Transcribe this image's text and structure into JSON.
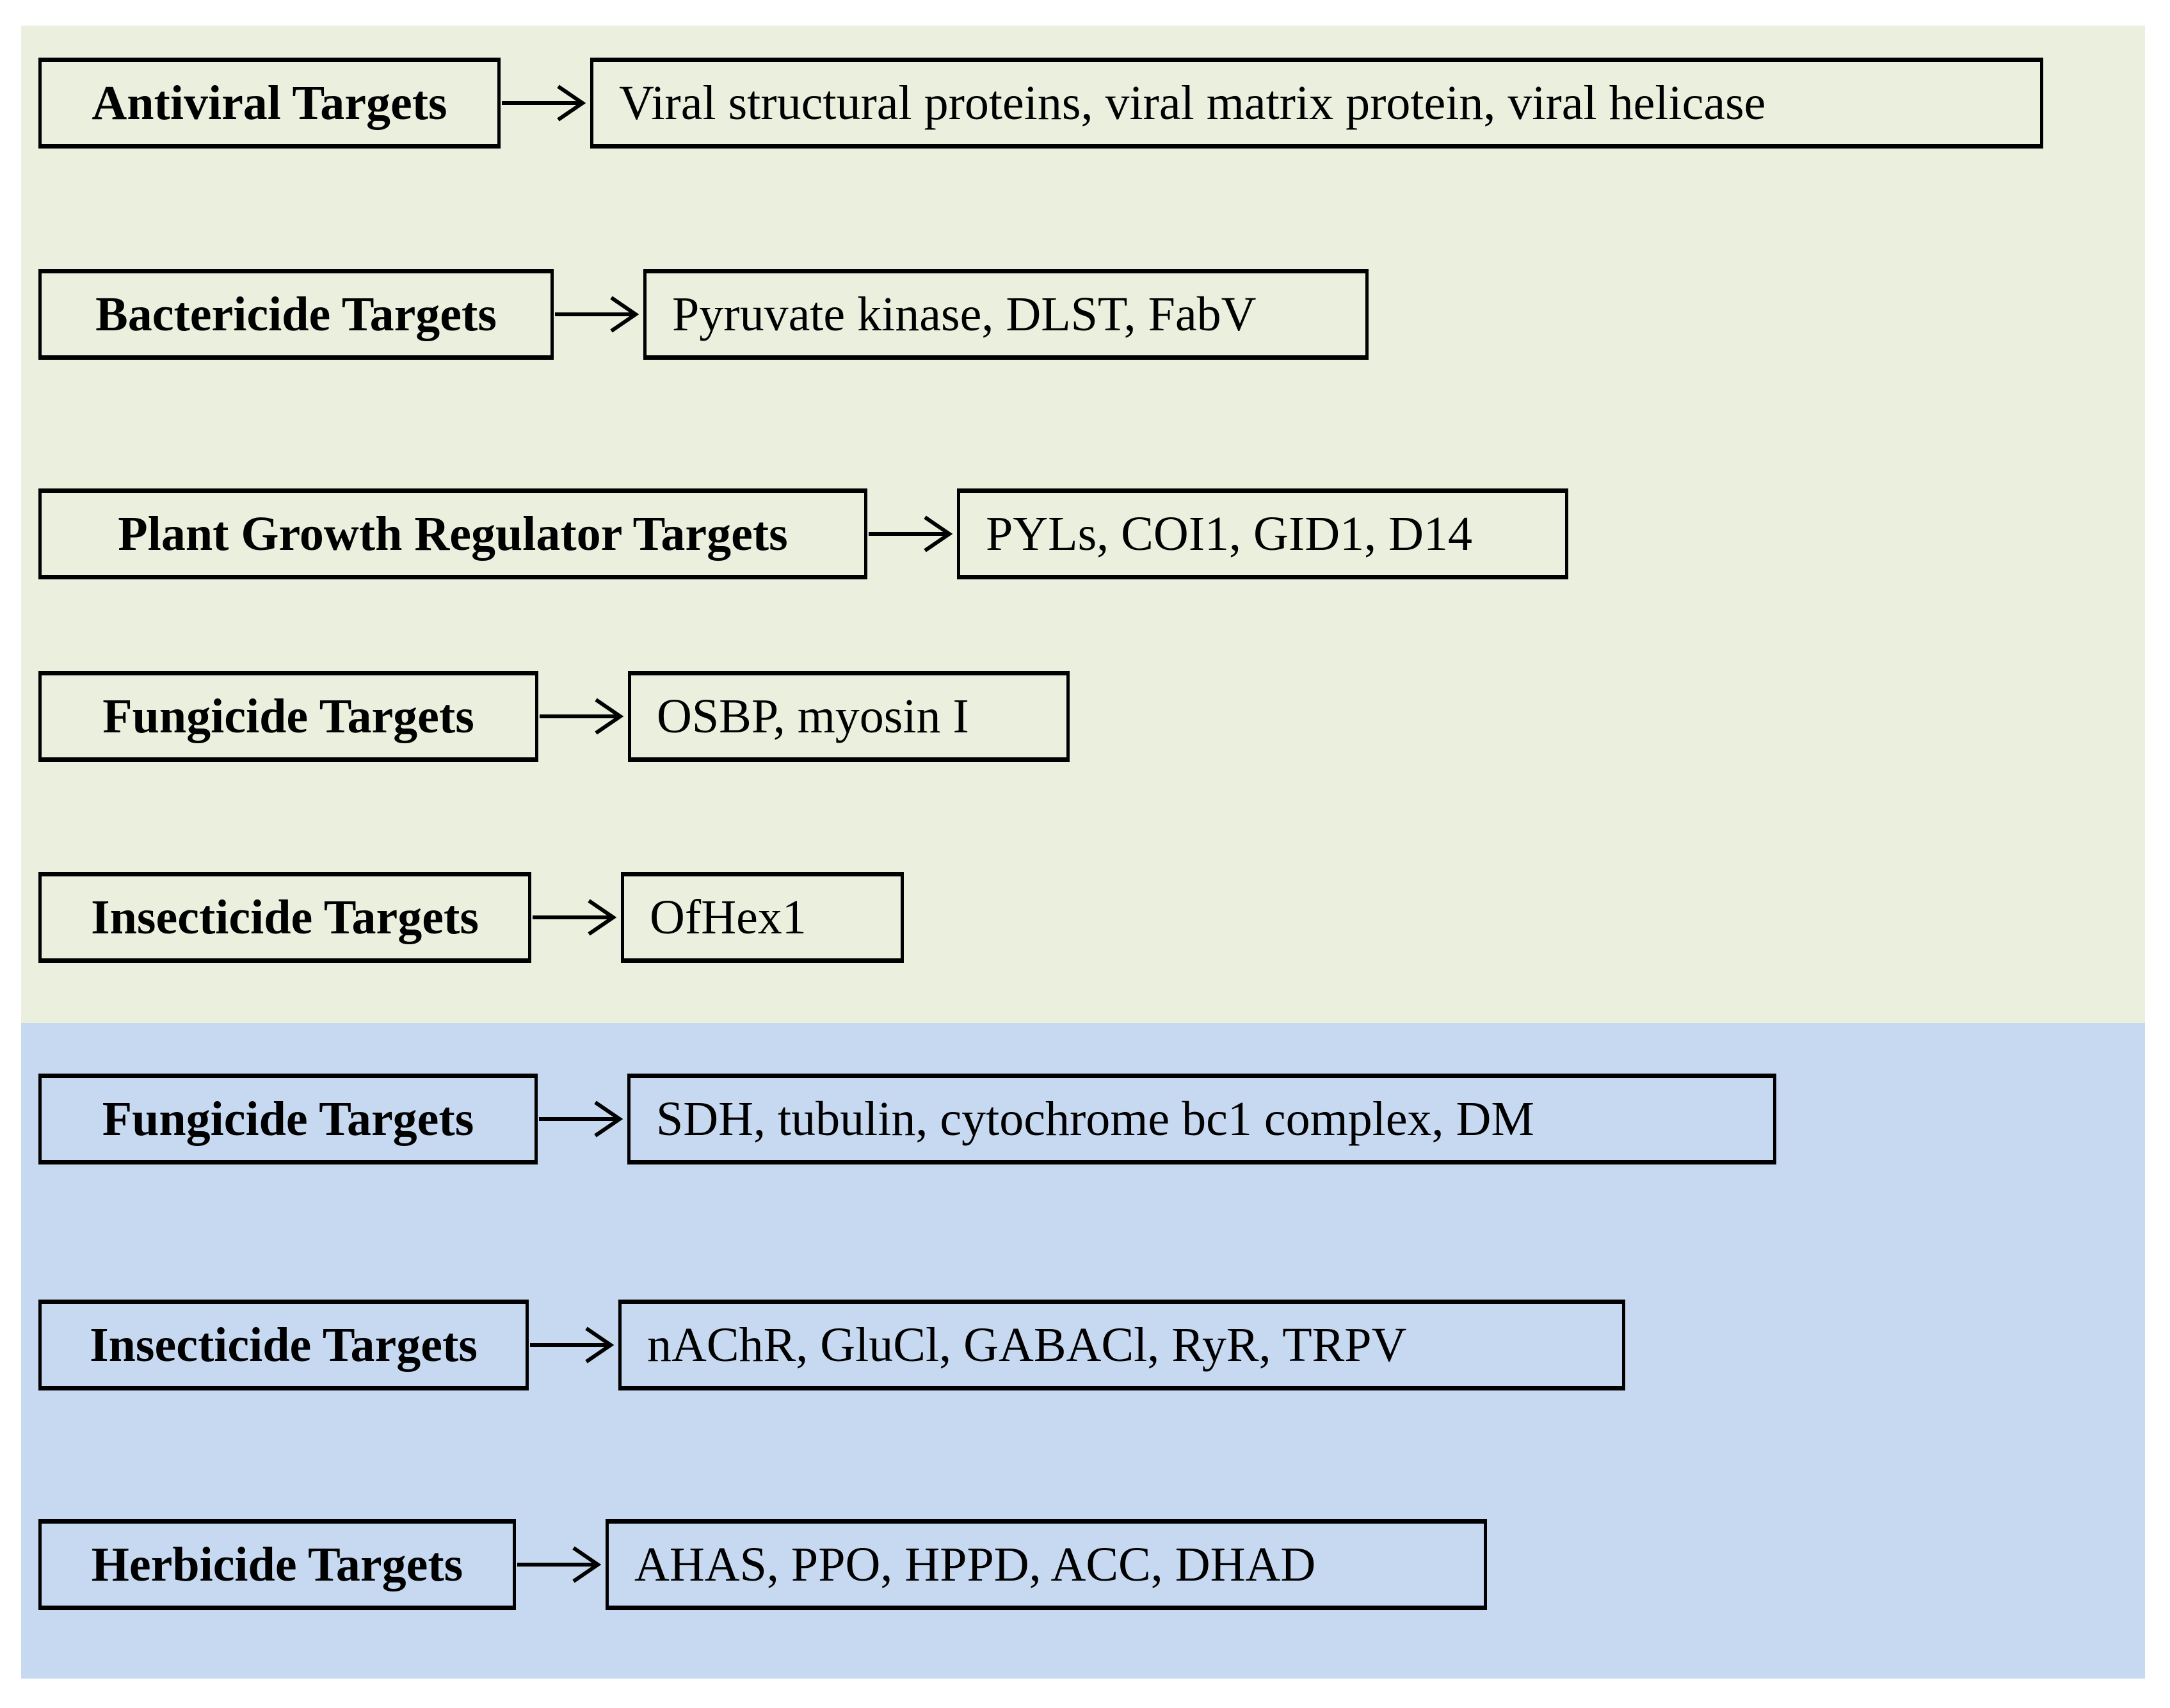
{
  "colors": {
    "page_background": "#FFFFFF",
    "upper_section_background": "#EAEFDE",
    "lower_section_background": "#C6D9F0",
    "box_border": "#000000",
    "text": "#000000"
  },
  "icons": {
    "arrow": "right-arrow-icon"
  },
  "sections": [
    {
      "name": "upper-green-section",
      "background": "#EAEFDE",
      "rows": [
        {
          "label": "Antiviral Targets",
          "targets": "Viral structural proteins, viral matrix protein, viral helicase"
        },
        {
          "label": "Bactericide Targets",
          "targets": "Pyruvate kinase, DLST, FabV"
        },
        {
          "label": "Plant Growth Regulator Targets",
          "targets": "PYLs, COI1, GID1, D14"
        },
        {
          "label": "Fungicide Targets",
          "targets": "OSBP, myosin I"
        },
        {
          "label": "Insecticide Targets",
          "targets": "OfHex1"
        }
      ]
    },
    {
      "name": "lower-blue-section",
      "background": "#C6D9F0",
      "rows": [
        {
          "label": "Fungicide Targets",
          "targets": "SDH, tubulin, cytochrome bc1 complex, DM"
        },
        {
          "label": "Insecticide Targets",
          "targets": "nAChR, GluCl, GABACl, RyR, TRPV"
        },
        {
          "label": "Herbicide Targets",
          "targets": "AHAS, PPO, HPPD, ACC, DHAD"
        }
      ]
    }
  ]
}
